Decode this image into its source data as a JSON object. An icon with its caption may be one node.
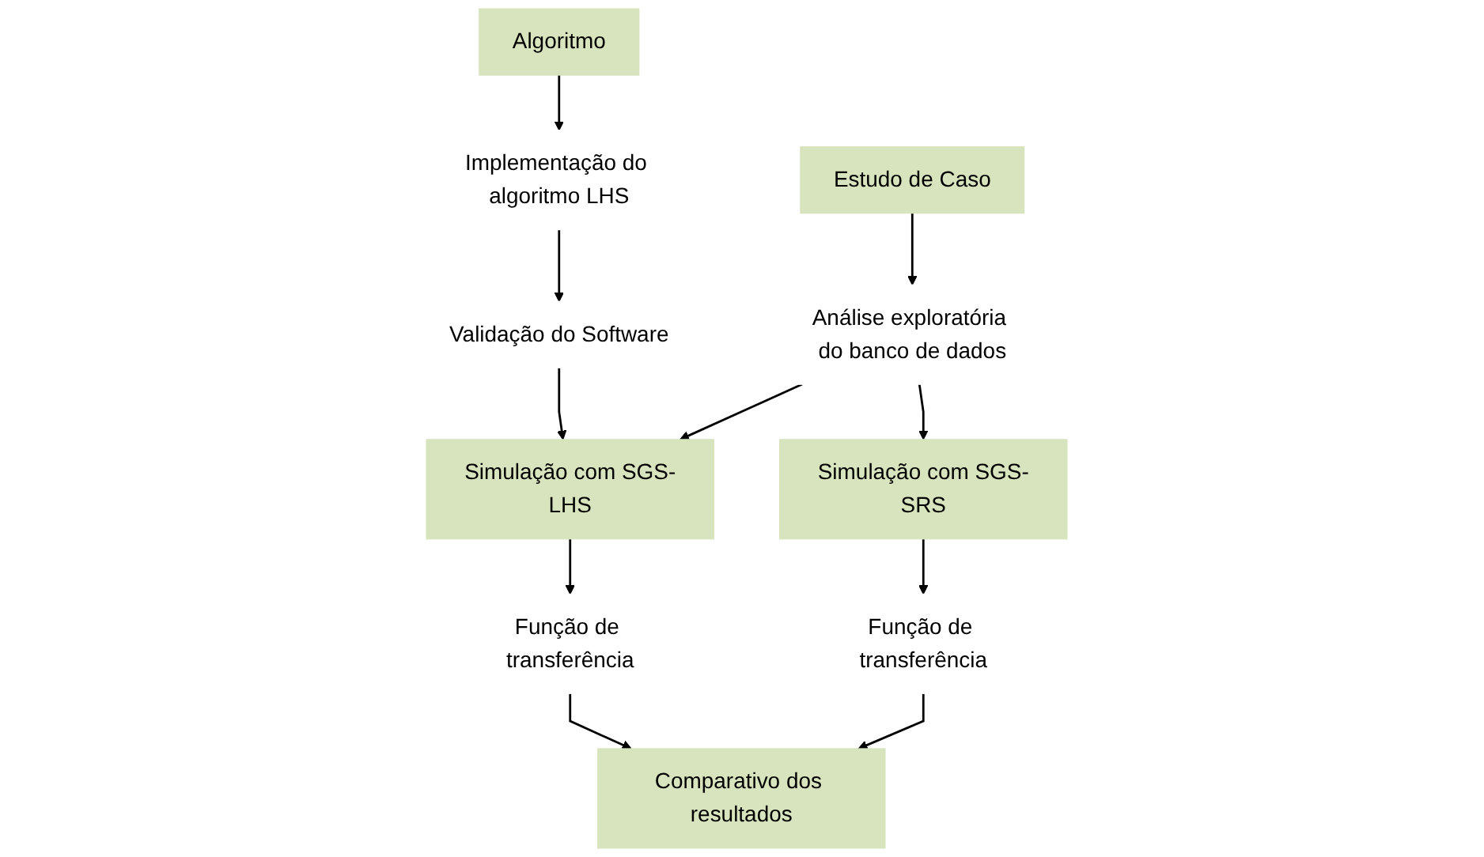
{
  "diagram": {
    "nodes": [
      {
        "text": [
          "Algoritmo"
        ]
      },
      {
        "text": [
          "Implementação do algoritmo LHS"
        ]
      },
      {
        "text": [
          "Validação do Software"
        ]
      },
      {
        "text": [
          "Estudo de Caso"
        ]
      },
      {
        "text": [
          "Análise exploratória do banco de dados"
        ]
      },
      {
        "text": [
          "Simulação com SGS-LHS"
        ]
      },
      {
        "text": [
          "Simulação com SGS-SRS"
        ]
      },
      {
        "text": [
          "Função de transferência"
        ]
      },
      {
        "text": [
          "Função de transferência"
        ]
      },
      {
        "text": [
          "Comparativo dos resultados"
        ]
      }
    ],
    "edges": [
      {
        "from": 0,
        "to": 1,
        "arrow": "to"
      },
      {
        "from": 1,
        "to": 2,
        "arrow": "to"
      },
      {
        "from": 3,
        "to": 4,
        "arrow": "to"
      },
      {
        "from": 4,
        "to": 5,
        "arrow": "to"
      },
      {
        "from": 4,
        "to": 6,
        "arrow": "to"
      },
      {
        "from": 2,
        "to": 5,
        "arrow": "to"
      },
      {
        "from": 5,
        "to": 7,
        "arrow": "to"
      },
      {
        "from": 6,
        "to": 8,
        "arrow": "to"
      },
      {
        "from": 7,
        "to": 9,
        "arrow": "to"
      },
      {
        "from": 8,
        "to": 9,
        "arrow": "to"
      }
    ]
  }
}
